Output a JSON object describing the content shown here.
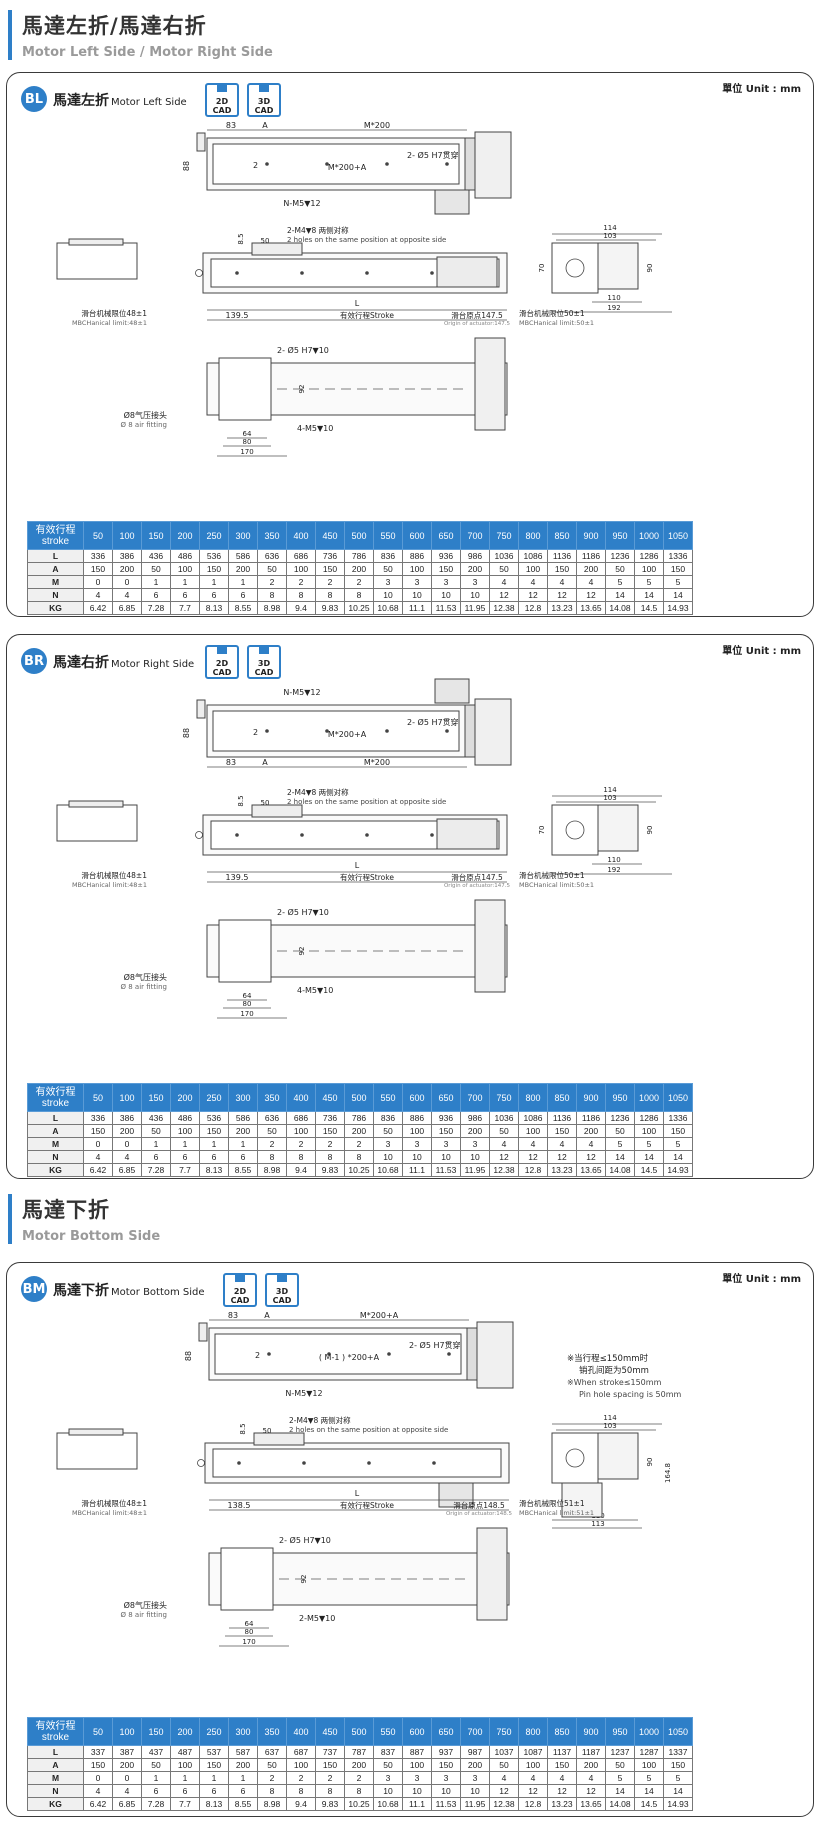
{
  "sections": [
    {
      "title": "馬達左折/馬達右折",
      "subtitle": "Motor Left Side / Motor Right Side"
    },
    {
      "title": "馬達下折",
      "subtitle": "Motor Bottom Side"
    }
  ],
  "unit_label": "單位 Unit : mm",
  "cad": {
    "d2": "2D",
    "d3": "3D",
    "word": "CAD"
  },
  "panels": [
    {
      "badge": "BL",
      "title": "馬達左折",
      "title_en": "Motor Left Side",
      "dims": {
        "a83": "83",
        "a": "A",
        "m200": "M*200",
        "h88": "88",
        "hole": "2- Ø5 H7",
        "hole_depth": "贯穿",
        "m200a": "M*200+A",
        "n_m5": "N-M5▼12",
        "two": "2",
        "m4": "2-M4▼8 两侧对称",
        "m4_en": "2 holes on the same position at opposite side",
        "d85": "8.5",
        "d50": "50",
        "d114": "114",
        "d103": "103",
        "d70": "70",
        "d90": "90",
        "d110": "110",
        "d192": "192",
        "L": "L",
        "d139": "139.5",
        "stroke_cn": "有效行程",
        "stroke_en": "Stroke",
        "origin_cn": "滑台原点",
        "origin_val": "147.5",
        "origin_en": "Origin of actuator:147.5",
        "mbc_l_cn": "滑台机械限位48±1",
        "mbc_l_en": "MBCHanical limit:48±1",
        "mbc_r_cn": "滑台机械限位50±1",
        "mbc_r_en": "MBCHanical limit:50±1",
        "hole2": "2- Ø5 H7▼10",
        "d92": "92",
        "air_cn": "Ø8气压接头",
        "air_en": "Ø 8  air fitting",
        "m5_4": "4-M5▼10",
        "d64": "64",
        "d80": "80",
        "d170": "170"
      }
    },
    {
      "badge": "BR",
      "title": "馬達右折",
      "title_en": "Motor Right Side",
      "dims": {
        "a83": "83",
        "a": "A",
        "m200": "M*200",
        "h88": "88",
        "hole": "2- Ø5 H7",
        "hole_depth": "贯穿",
        "m200a": "M*200+A",
        "n_m5": "N-M5▼12",
        "two": "2",
        "m4": "2-M4▼8 两侧对称",
        "m4_en": "2 holes on the same position at opposite side",
        "d85": "8.5",
        "d50": "50",
        "d114": "114",
        "d103": "103",
        "d70": "70",
        "d90": "90",
        "d110": "110",
        "d192": "192",
        "L": "L",
        "d139": "139.5",
        "stroke_cn": "有效行程",
        "stroke_en": "Stroke",
        "origin_cn": "滑台原点",
        "origin_val": "147.5",
        "origin_en": "Origin of actuator:147.5",
        "mbc_l_cn": "滑台机械限位48±1",
        "mbc_l_en": "MBCHanical limit:48±1",
        "mbc_r_cn": "滑台机械限位50±1",
        "mbc_r_en": "MBCHanical limit:50±1",
        "hole2": "2- Ø5 H7▼10",
        "d92": "92",
        "air_cn": "Ø8气压接头",
        "air_en": "Ø 8  air fitting",
        "m5_4": "4-M5▼10",
        "d64": "64",
        "d80": "80",
        "d170": "170"
      }
    },
    {
      "badge": "BM",
      "title": "馬達下折",
      "title_en": "Motor Bottom Side",
      "dims": {
        "a83": "83",
        "a": "A",
        "m200": "M*200+A",
        "h88": "88",
        "hole": "2- Ø5 H7",
        "hole_depth": "贯穿",
        "m200a": "( M-1 ) *200+A",
        "n_m5": "N-M5▼12",
        "two": "2",
        "m4": "2-M4▼8 两侧对称",
        "m4_en": "2 holes on the same position at opposite side",
        "d85": "8.5",
        "d50": "50",
        "d114": "114",
        "d103": "103",
        "d90": "90",
        "d164": "164.8",
        "d110": "110",
        "d113": "113",
        "L": "L",
        "d138": "138.5",
        "stroke_cn": "有效行程",
        "stroke_en": "Stroke",
        "origin_cn": "滑台原点",
        "origin_val": "148.5",
        "origin_en": "Origin of actuator:148.5",
        "mbc_l_cn": "滑台机械限位48±1",
        "mbc_l_en": "MBCHanical limit:48±1",
        "mbc_r_cn": "滑台机械限位51±1",
        "mbc_r_en": "MBCHanical limit:51±1",
        "hole2": "2- Ø5 H7▼10",
        "d92": "92",
        "air_cn": "Ø8气压接头",
        "air_en": "Ø 8  air fitting",
        "m5_2": "2-M5▼10",
        "d64": "64",
        "d80": "80",
        "d170": "170",
        "note1": "※当行程≤150mm时",
        "note2": "销孔间距为50mm",
        "note3": "※When stroke≤150mm",
        "note4": "Pin hole spacing is 50mm"
      }
    }
  ],
  "tables": [
    {
      "header_cn": "有效行程",
      "header_en": "stroke",
      "strokes": [
        "50",
        "100",
        "150",
        "200",
        "250",
        "300",
        "350",
        "400",
        "450",
        "500",
        "550",
        "600",
        "650",
        "700",
        "750",
        "800",
        "850",
        "900",
        "950",
        "1000",
        "1050"
      ],
      "rows": [
        {
          "label": "L",
          "values": [
            "336",
            "386",
            "436",
            "486",
            "536",
            "586",
            "636",
            "686",
            "736",
            "786",
            "836",
            "886",
            "936",
            "986",
            "1036",
            "1086",
            "1136",
            "1186",
            "1236",
            "1286",
            "1336"
          ]
        },
        {
          "label": "A",
          "values": [
            "150",
            "200",
            "50",
            "100",
            "150",
            "200",
            "50",
            "100",
            "150",
            "200",
            "50",
            "100",
            "150",
            "200",
            "50",
            "100",
            "150",
            "200",
            "50",
            "100",
            "150"
          ]
        },
        {
          "label": "M",
          "values": [
            "0",
            "0",
            "1",
            "1",
            "1",
            "1",
            "2",
            "2",
            "2",
            "2",
            "3",
            "3",
            "3",
            "3",
            "4",
            "4",
            "4",
            "4",
            "5",
            "5",
            "5"
          ]
        },
        {
          "label": "N",
          "values": [
            "4",
            "4",
            "6",
            "6",
            "6",
            "6",
            "8",
            "8",
            "8",
            "8",
            "10",
            "10",
            "10",
            "10",
            "12",
            "12",
            "12",
            "12",
            "14",
            "14",
            "14"
          ]
        },
        {
          "label": "KG",
          "values": [
            "6.42",
            "6.85",
            "7.28",
            "7.7",
            "8.13",
            "8.55",
            "8.98",
            "9.4",
            "9.83",
            "10.25",
            "10.68",
            "11.1",
            "11.53",
            "11.95",
            "12.38",
            "12.8",
            "13.23",
            "13.65",
            "14.08",
            "14.5",
            "14.93"
          ]
        }
      ]
    },
    {
      "header_cn": "有效行程",
      "header_en": "stroke",
      "strokes": [
        "50",
        "100",
        "150",
        "200",
        "250",
        "300",
        "350",
        "400",
        "450",
        "500",
        "550",
        "600",
        "650",
        "700",
        "750",
        "800",
        "850",
        "900",
        "950",
        "1000",
        "1050"
      ],
      "rows": [
        {
          "label": "L",
          "values": [
            "336",
            "386",
            "436",
            "486",
            "536",
            "586",
            "636",
            "686",
            "736",
            "786",
            "836",
            "886",
            "936",
            "986",
            "1036",
            "1086",
            "1136",
            "1186",
            "1236",
            "1286",
            "1336"
          ]
        },
        {
          "label": "A",
          "values": [
            "150",
            "200",
            "50",
            "100",
            "150",
            "200",
            "50",
            "100",
            "150",
            "200",
            "50",
            "100",
            "150",
            "200",
            "50",
            "100",
            "150",
            "200",
            "50",
            "100",
            "150"
          ]
        },
        {
          "label": "M",
          "values": [
            "0",
            "0",
            "1",
            "1",
            "1",
            "1",
            "2",
            "2",
            "2",
            "2",
            "3",
            "3",
            "3",
            "3",
            "4",
            "4",
            "4",
            "4",
            "5",
            "5",
            "5"
          ]
        },
        {
          "label": "N",
          "values": [
            "4",
            "4",
            "6",
            "6",
            "6",
            "6",
            "8",
            "8",
            "8",
            "8",
            "10",
            "10",
            "10",
            "10",
            "12",
            "12",
            "12",
            "12",
            "14",
            "14",
            "14"
          ]
        },
        {
          "label": "KG",
          "values": [
            "6.42",
            "6.85",
            "7.28",
            "7.7",
            "8.13",
            "8.55",
            "8.98",
            "9.4",
            "9.83",
            "10.25",
            "10.68",
            "11.1",
            "11.53",
            "11.95",
            "12.38",
            "12.8",
            "13.23",
            "13.65",
            "14.08",
            "14.5",
            "14.93"
          ]
        }
      ]
    },
    {
      "header_cn": "有效行程",
      "header_en": "stroke",
      "strokes": [
        "50",
        "100",
        "150",
        "200",
        "250",
        "300",
        "350",
        "400",
        "450",
        "500",
        "550",
        "600",
        "650",
        "700",
        "750",
        "800",
        "850",
        "900",
        "950",
        "1000",
        "1050"
      ],
      "rows": [
        {
          "label": "L",
          "values": [
            "337",
            "387",
            "437",
            "487",
            "537",
            "587",
            "637",
            "687",
            "737",
            "787",
            "837",
            "887",
            "937",
            "987",
            "1037",
            "1087",
            "1137",
            "1187",
            "1237",
            "1287",
            "1337"
          ]
        },
        {
          "label": "A",
          "values": [
            "150",
            "200",
            "50",
            "100",
            "150",
            "200",
            "50",
            "100",
            "150",
            "200",
            "50",
            "100",
            "150",
            "200",
            "50",
            "100",
            "150",
            "200",
            "50",
            "100",
            "150"
          ]
        },
        {
          "label": "M",
          "values": [
            "0",
            "0",
            "1",
            "1",
            "1",
            "1",
            "2",
            "2",
            "2",
            "2",
            "3",
            "3",
            "3",
            "3",
            "4",
            "4",
            "4",
            "4",
            "5",
            "5",
            "5"
          ]
        },
        {
          "label": "N",
          "values": [
            "4",
            "4",
            "6",
            "6",
            "6",
            "6",
            "8",
            "8",
            "8",
            "8",
            "10",
            "10",
            "10",
            "10",
            "12",
            "12",
            "12",
            "12",
            "14",
            "14",
            "14"
          ]
        },
        {
          "label": "KG",
          "values": [
            "6.42",
            "6.85",
            "7.28",
            "7.7",
            "8.13",
            "8.55",
            "8.98",
            "9.4",
            "9.83",
            "10.25",
            "10.68",
            "11.1",
            "11.53",
            "11.95",
            "12.38",
            "12.8",
            "13.23",
            "13.65",
            "14.08",
            "14.5",
            "14.93"
          ]
        }
      ]
    }
  ],
  "colors": {
    "accent": "#2e7fc8",
    "table_header": "#2e7fc8"
  }
}
